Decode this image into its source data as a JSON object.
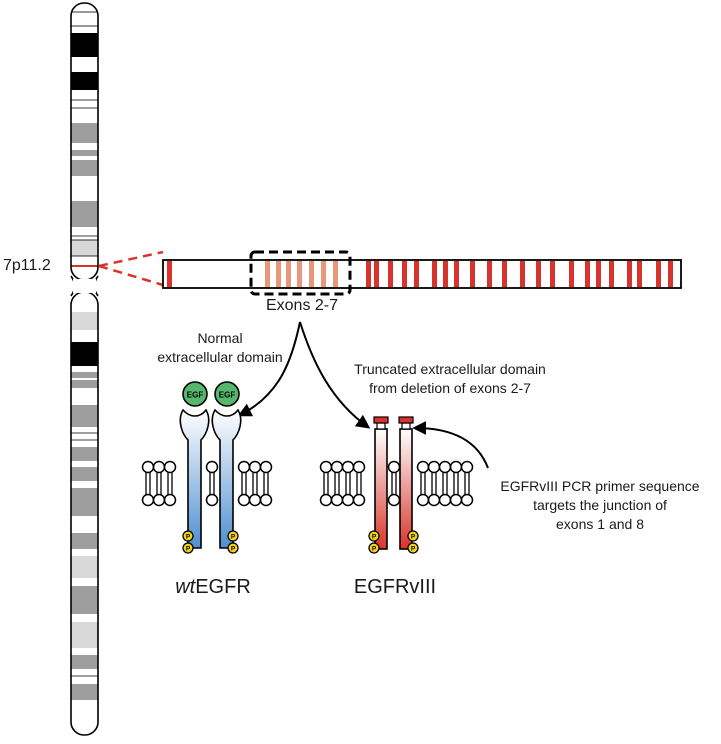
{
  "chromosome": {
    "band_label": "7p11.2"
  },
  "gene": {
    "exon_region_label": "Exons 2-7"
  },
  "wt_receptor": {
    "domain_label_line1": "Normal",
    "domain_label_line2": "extracellular domain",
    "ligand_label": "EGF",
    "phospho_label": "P",
    "name_italic": "wt",
    "name_rest": "EGFR"
  },
  "mutant_receptor": {
    "domain_label_line1": "Truncated extracellular domain",
    "domain_label_line2": "from deletion of exons 2-7",
    "phospho_label": "P",
    "name": "EGFRvIII"
  },
  "primer_note": {
    "line1": "EGFRvIII PCR primer sequence",
    "line2": "targets the junction of",
    "line3": "exons 1 and 8"
  },
  "colors": {
    "exon_red": "#d9342b",
    "exon_salmon": "#e8967c",
    "ligand_green": "#56b86b",
    "wt_blue": "#4f8fd1",
    "phospho_yellow": "#f5d21a",
    "gray_band": "#9e9e9e",
    "black_band": "#000000"
  }
}
